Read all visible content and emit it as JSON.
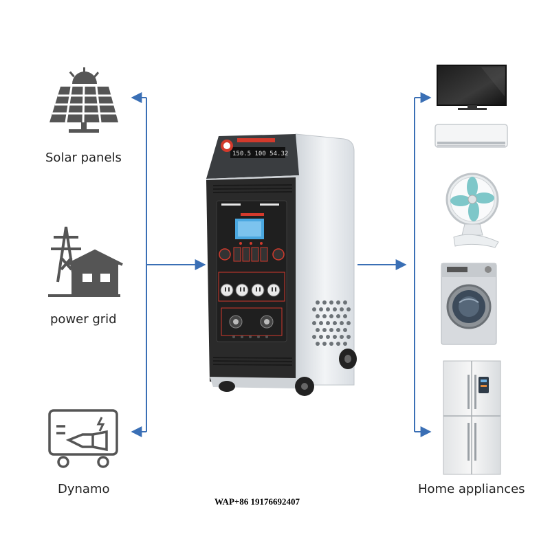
{
  "diagram": {
    "sources": [
      {
        "label": "Solar panels",
        "icon": "solar-panel-icon"
      },
      {
        "label": "power grid",
        "icon": "power-grid-icon"
      },
      {
        "label": "Dynamo",
        "icon": "generator-icon"
      }
    ],
    "hub": {
      "icon": "power-station-unit",
      "display_text": "150.5 100 54.32"
    },
    "loads_label": "Home appliances",
    "loads": [
      {
        "icon": "tv-icon"
      },
      {
        "icon": "air-conditioner-icon"
      },
      {
        "icon": "fan-icon"
      },
      {
        "icon": "washing-machine-icon"
      },
      {
        "icon": "refrigerator-icon"
      }
    ],
    "contact": "WAP+86 19176692407",
    "colors": {
      "arrow": "#3a6fb5",
      "icon": "#555555",
      "unit_body": "#2a2a2a",
      "unit_side": "#e9ecef",
      "accent": "#d33a2c"
    }
  }
}
